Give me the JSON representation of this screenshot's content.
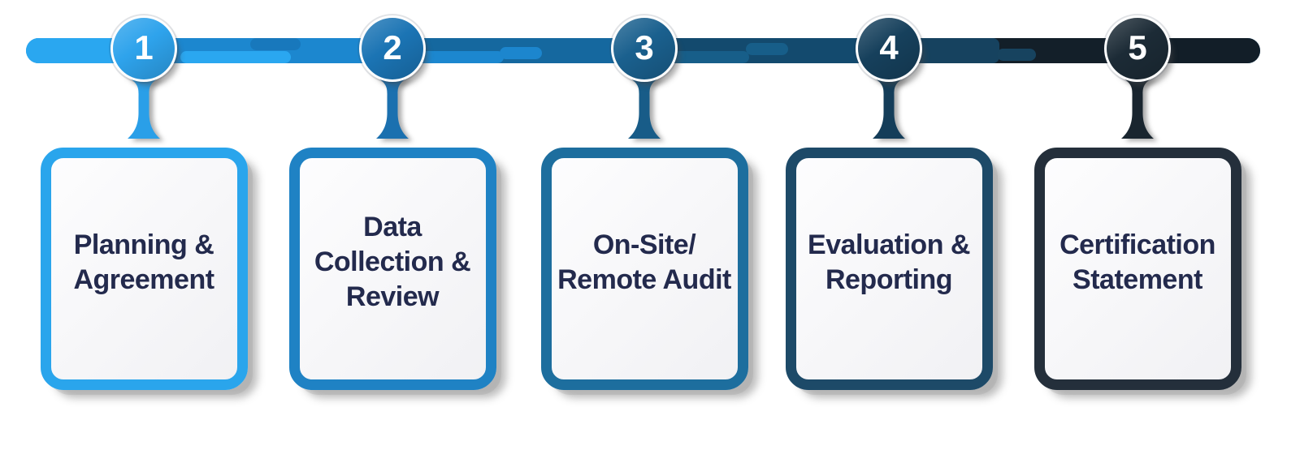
{
  "diagram": {
    "type": "process-timeline",
    "title": "",
    "text_color": "#232A4D",
    "number_color": "#FFFFFF",
    "card_bg": "#F1F1F4",
    "timeline": {
      "segments": [
        "#2AA7F0",
        "#1C87CF",
        "#15689F",
        "#134A6E",
        "#131F29",
        "#121E28"
      ],
      "patches": [
        "#2AA7F0",
        "#1C87CF",
        "#175E89",
        "#16425F"
      ],
      "dashes": [
        "#1878BC",
        "#1C86CE",
        "#175E89",
        "#17435F"
      ]
    },
    "steps": [
      {
        "number": "1",
        "label": "Planning & Agreement",
        "lines": [
          "Planning &",
          "Agreement"
        ],
        "colors": {
          "circle": "#2EA3EC",
          "connector": "#2A9FE8",
          "card_border": "#2AA5EC"
        }
      },
      {
        "number": "2",
        "label": "Data Collection & Review",
        "lines": [
          "Data",
          "Collection &",
          "Review"
        ],
        "colors": {
          "circle": "#1B74B4",
          "connector": "#1B70AF",
          "card_border": "#1F82C4"
        }
      },
      {
        "number": "3",
        "label": "On-Site/ Remote Audit",
        "lines": [
          "On-Site/",
          "Remote Audit"
        ],
        "colors": {
          "circle": "#1A608E",
          "connector": "#185C88",
          "card_border": "#1D6E9E"
        }
      },
      {
        "number": "4",
        "label": "Evaluation & Reporting",
        "lines": [
          "Evaluation &",
          "Reporting"
        ],
        "colors": {
          "circle": "#16405C",
          "connector": "#143D59",
          "card_border": "#1D4A68"
        }
      },
      {
        "number": "5",
        "label": "Certification Statement",
        "lines": [
          "Certification",
          "Statement"
        ],
        "colors": {
          "circle": "#1C2B36",
          "connector": "#19252F",
          "card_border": "#242F3B"
        }
      }
    ]
  }
}
